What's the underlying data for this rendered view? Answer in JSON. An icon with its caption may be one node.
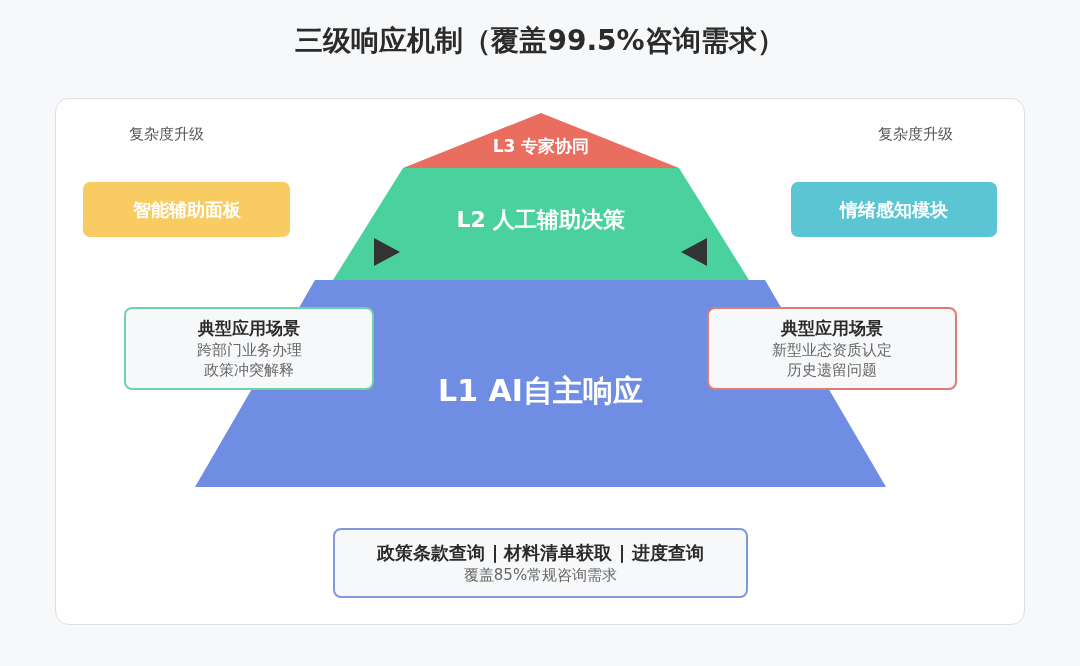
{
  "diagram": {
    "title": "三级响应机制（覆盖99.5%咨询需求）",
    "nodes": [
      {
        "text": [
          "L3 专家协同"
        ]
      },
      {
        "text": [
          "L2 人工辅助决策"
        ]
      },
      {
        "text": [
          "L1 AI自主响应"
        ]
      },
      {
        "text": [
          "智能辅助面板"
        ]
      },
      {
        "text": [
          "情绪感知模块"
        ]
      },
      {
        "text": [
          "典型应用场景",
          "跨部门业务办理政策冲突解释"
        ]
      },
      {
        "text": [
          "典型应用场景",
          "新型业态资质认定历史遗留问题"
        ]
      },
      {
        "text": [
          "政策条款查询 | 材料清单获取 | 进度查询",
          "覆盖85%常规咨询需求"
        ]
      }
    ],
    "labels": [
      "复杂度升级",
      "复杂度升级"
    ]
  }
}
